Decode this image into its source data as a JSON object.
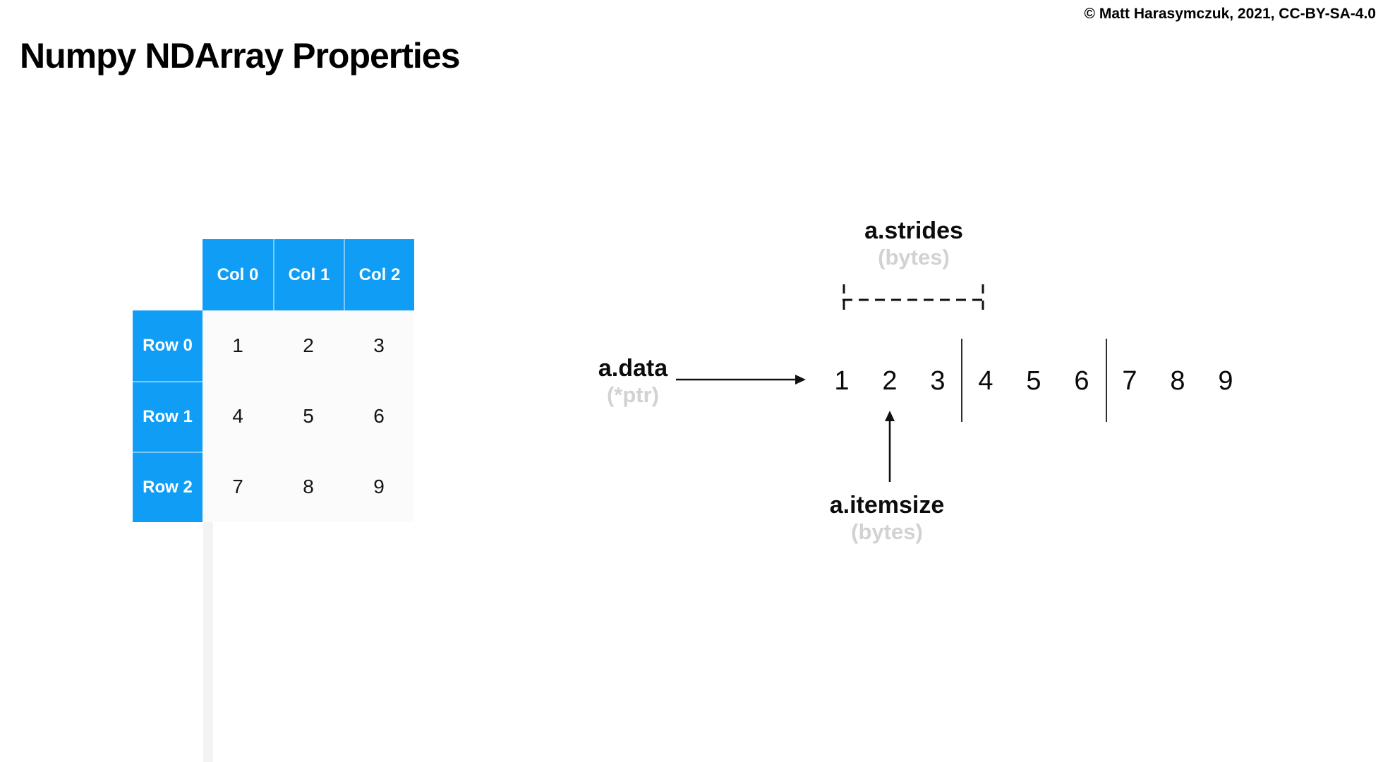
{
  "header": {
    "title": "Numpy NDArray Properties",
    "copyright": "© Matt Harasymczuk, 2021, CC-BY-SA-4.0"
  },
  "table": {
    "col_headers": [
      "Col 0",
      "Col 1",
      "Col 2"
    ],
    "row_headers": [
      "Row 0",
      "Row 1",
      "Row 2"
    ],
    "cells": [
      [
        "1",
        "2",
        "3"
      ],
      [
        "4",
        "5",
        "6"
      ],
      [
        "7",
        "8",
        "9"
      ]
    ]
  },
  "diagram": {
    "strides_label": "a.strides",
    "strides_sublabel": "(bytes)",
    "data_label": "a.data",
    "data_sublabel": "(*ptr)",
    "itemsize_label": "a.itemsize",
    "itemsize_sublabel": "(bytes)",
    "memory_values": [
      "1",
      "2",
      "3",
      "4",
      "5",
      "6",
      "7",
      "8",
      "9"
    ],
    "memory_group_size": 3
  },
  "colors": {
    "accent_blue": "#0f9df5",
    "sublabel_gray": "#d2d2d2",
    "cell_background": "#fbfbfb"
  }
}
